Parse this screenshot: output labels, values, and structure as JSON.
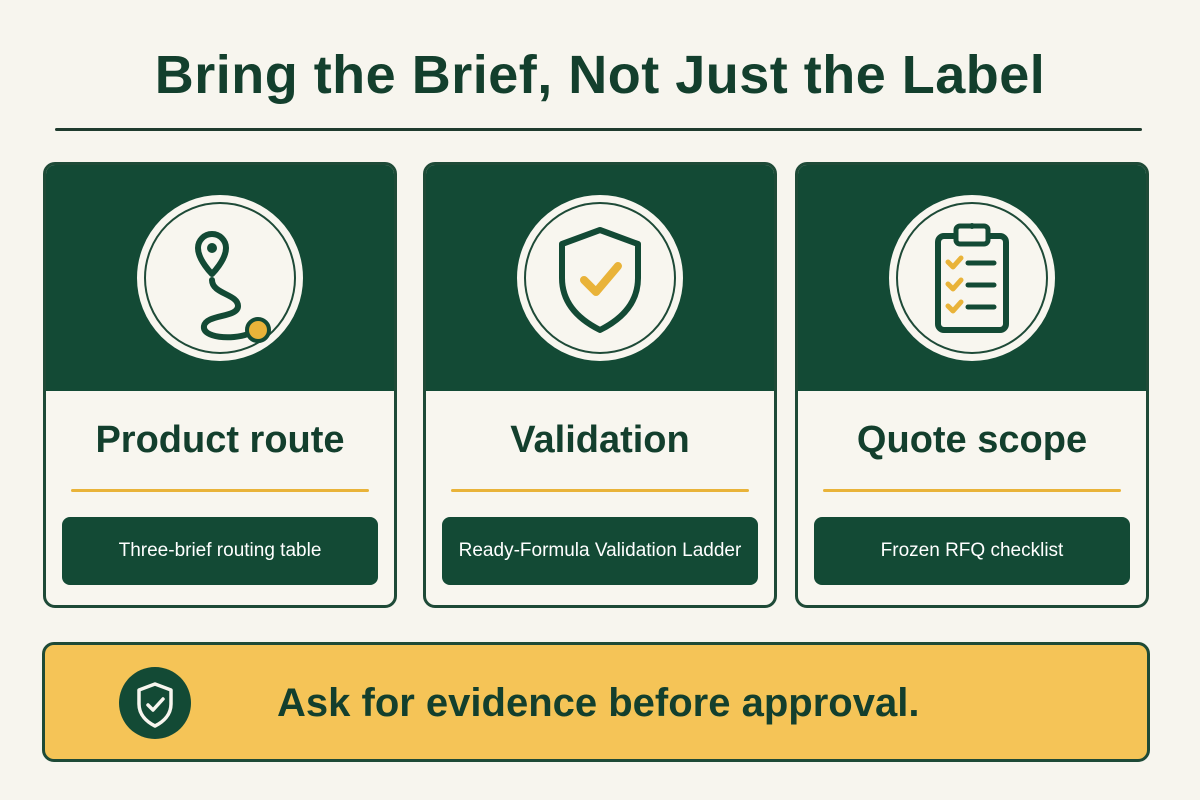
{
  "title": "Bring the Brief, Not Just the Label",
  "cards": [
    {
      "label": "Product route",
      "detail": "Three-brief routing table",
      "icon": "route-pin-icon"
    },
    {
      "label": "Validation",
      "detail": "Ready-Formula Validation Ladder",
      "icon": "shield-check-icon"
    },
    {
      "label": "Quote scope",
      "detail": "Frozen RFQ checklist",
      "icon": "clipboard-checklist-icon"
    }
  ],
  "banner": {
    "message": "Ask for evidence before approval.",
    "icon": "shield-check-icon"
  },
  "colors": {
    "dark_green": "#134a35",
    "accent_yellow": "#e9b339",
    "banner_yellow": "#f5c457",
    "background": "#f7f5ee"
  }
}
